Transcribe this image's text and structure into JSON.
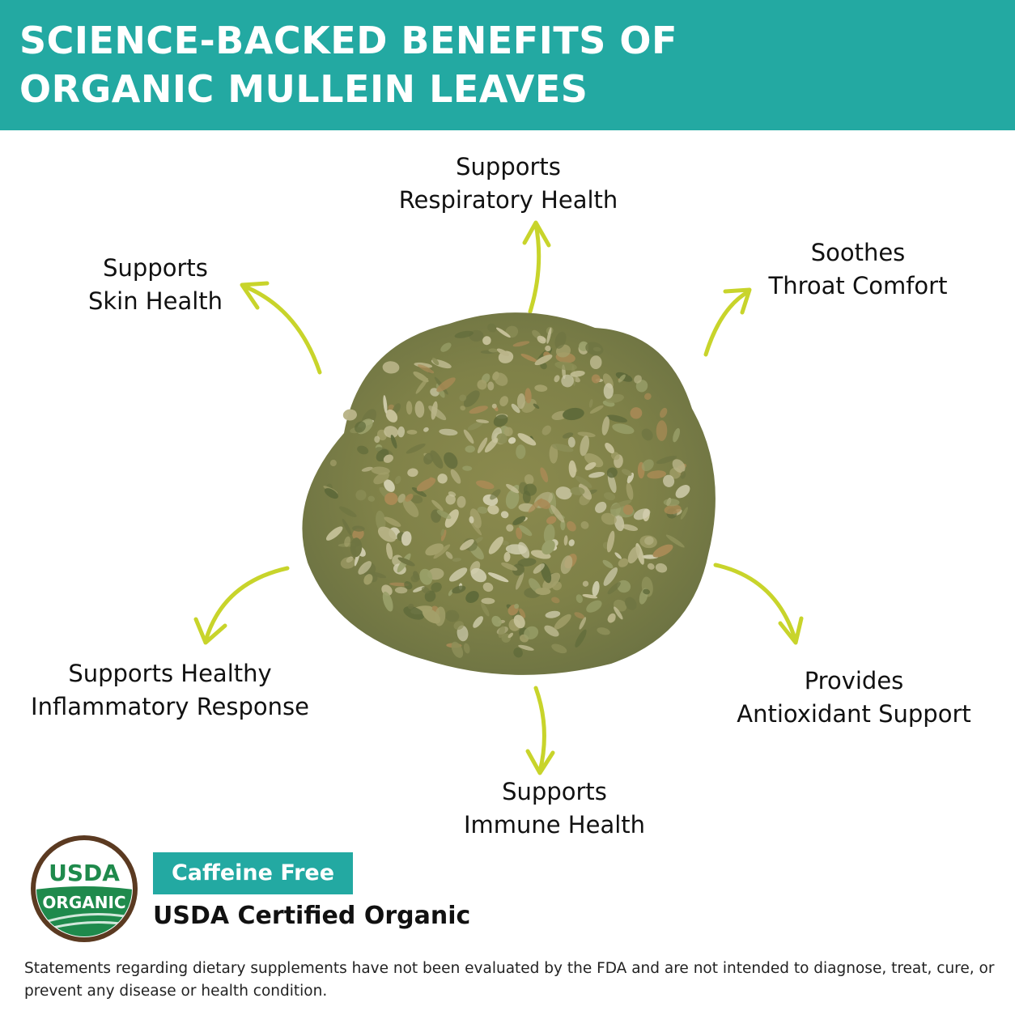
{
  "header": {
    "title_lines": [
      "SCIENCE-BACKED BENEFITS OF",
      "ORGANIC MULLEIN LEAVES"
    ],
    "background_color": "#23a9a2"
  },
  "benefits": [
    {
      "lines": [
        "Supports",
        "Respiratory Health"
      ]
    },
    {
      "lines": [
        "Supports",
        "Skin Health"
      ]
    },
    {
      "lines": [
        "Soothes",
        "Throat Comfort"
      ]
    },
    {
      "lines": [
        "Supports Healthy",
        "Inflammatory Response"
      ]
    },
    {
      "lines": [
        "Provides",
        "Antioxidant Support"
      ]
    },
    {
      "lines": [
        "Supports",
        "Immune Health"
      ]
    }
  ],
  "arrow_color": "#c8d42b",
  "product_image": {
    "icon": "dried-mullein-leaves-pile"
  },
  "usda_seal": {
    "top_text": "USDA",
    "bottom_text": "ORGANIC",
    "icon": "usda-organic-seal"
  },
  "badges": {
    "caffeine_free": "Caffeine Free",
    "certified": "USDA Certified Organic"
  },
  "disclaimer": "Statements regarding dietary supplements have not been evaluated by the FDA and are not intended to diagnose, treat, cure, or prevent any disease or health condition."
}
